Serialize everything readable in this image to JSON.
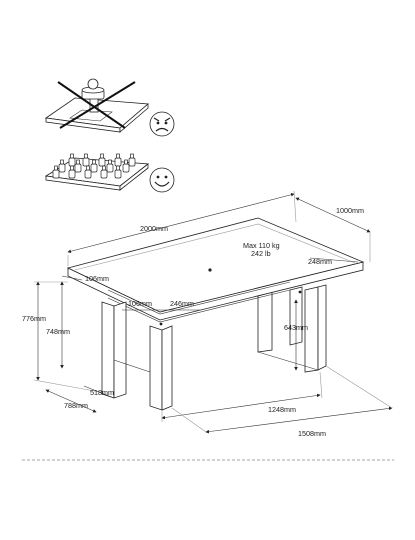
{
  "dimensions": {
    "length": "2000mm",
    "depth": "1000mm",
    "max_load_kg": "Max 110 kg",
    "max_load_lb": "242 lb",
    "overhang_side": "248mm",
    "overhang_end": "106mm",
    "overhang_end_inner": "106mm",
    "inner_offset": "246mm",
    "total_height": "776mm",
    "leg_height": "748mm",
    "apron_height": "643mm",
    "leg_inner_width": "518mm",
    "leg_outer_width": "788mm",
    "leg_span": "1248mm",
    "base_length": "1508mm"
  },
  "load_guidance": {
    "wrong_icon": "frown-face-icon",
    "right_icon": "smile-face-icon"
  }
}
